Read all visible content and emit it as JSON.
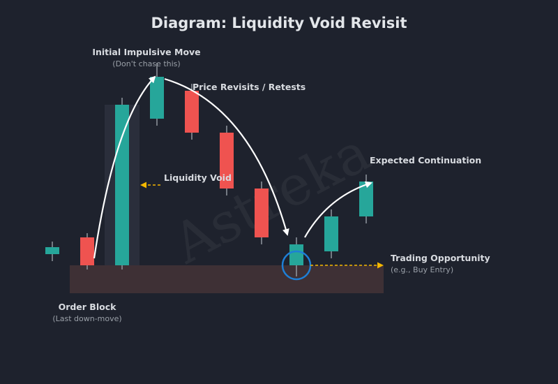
{
  "title": "Diagram: Liquidity Void Revisit",
  "watermark": "Astreka",
  "colors": {
    "background": "#1e222d",
    "bullish": "#26a69a",
    "bearish": "#ef5350",
    "zone": "#3e3035",
    "void": "#2a2e3b",
    "arrow": "#ffffff",
    "pointer": "#f5b800",
    "circle": "#1e7fd6"
  },
  "labels": {
    "impulse": {
      "main": "Initial Impulsive Move",
      "sub": "(Don't chase this)"
    },
    "retest": {
      "main": "Price Revisits / Retests"
    },
    "void": {
      "main": "Liquidity Void"
    },
    "continuation": {
      "main": "Expected Continuation"
    },
    "opportunity": {
      "main": "Trading Opportunity",
      "sub": "(e.g., Buy Entry)"
    },
    "order_block": {
      "main": "Order Block",
      "sub": "(Last down-move)"
    }
  },
  "candles": [
    {
      "type": "bullish",
      "open": 1.6,
      "close": 2.6,
      "high": 3.4,
      "low": 0.6
    },
    {
      "type": "bearish",
      "open": 4.0,
      "close": 0.0,
      "high": 4.6,
      "low": -0.6
    },
    {
      "type": "bullish",
      "open": 0.0,
      "close": 23.0,
      "high": 24.0,
      "low": -0.6
    },
    {
      "type": "bullish",
      "open": 21.0,
      "close": 27.0,
      "high": 29.0,
      "low": 20.0
    },
    {
      "type": "bearish",
      "open": 25.0,
      "close": 19.0,
      "high": 26.0,
      "low": 18.0
    },
    {
      "type": "bearish",
      "open": 19.0,
      "close": 11.0,
      "high": 20.0,
      "low": 10.0
    },
    {
      "type": "bearish",
      "open": 11.0,
      "close": 4.0,
      "high": 12.0,
      "low": 3.0
    },
    {
      "type": "bullish",
      "open": 0.0,
      "close": 3.0,
      "high": 4.0,
      "low": -1.6
    },
    {
      "type": "bullish",
      "open": 2.0,
      "close": 7.0,
      "high": 8.0,
      "low": 1.0
    },
    {
      "type": "bullish",
      "open": 7.0,
      "close": 12.0,
      "high": 13.0,
      "low": 6.0
    }
  ]
}
